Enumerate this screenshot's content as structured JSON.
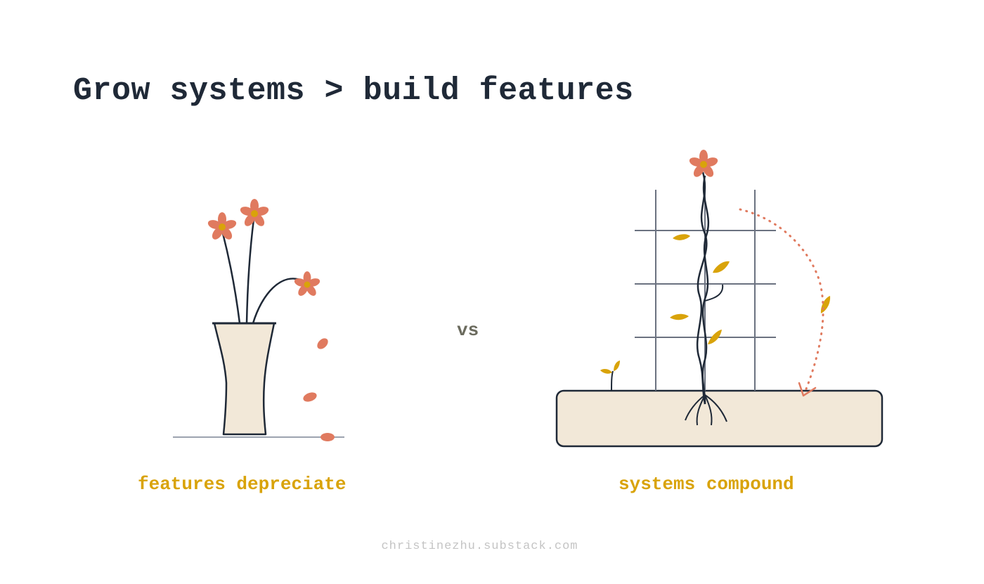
{
  "title": "Grow systems > build features",
  "vs_label": "vs",
  "left_caption": "features depreciate",
  "right_caption": "systems compound",
  "footer": "christinezhu.substack.com",
  "colors": {
    "ink": "#1f2937",
    "accent_gold": "#d9a30a",
    "petal_coral": "#e07a5f",
    "vase_fill": "#f2e8d8",
    "soil_fill": "#f2e8d8",
    "trellis_gray": "#6b7280",
    "footer_gray": "#c4c4c4"
  }
}
